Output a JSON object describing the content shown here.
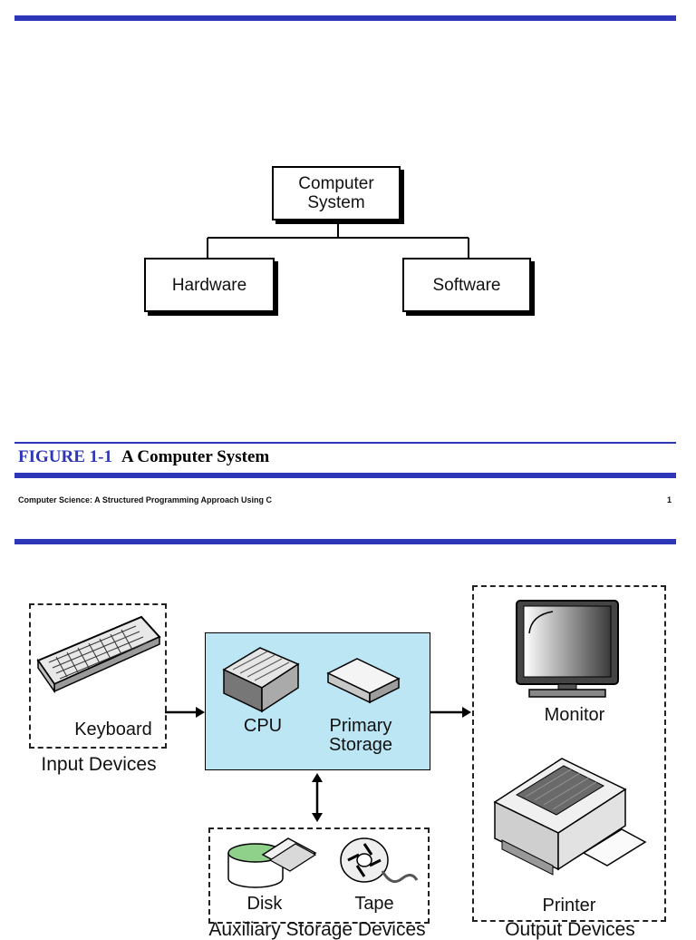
{
  "slide1": {
    "diagram": {
      "root": "Computer System",
      "children": [
        "Hardware",
        "Software"
      ]
    },
    "caption": {
      "number": "FIGURE 1-1",
      "title": "A Computer System"
    },
    "footer": {
      "text": "Computer Science: A Structured Programming Approach Using C",
      "page": "1"
    }
  },
  "slide2": {
    "input_devices": {
      "group_label": "Input Devices",
      "keyboard": "Keyboard"
    },
    "central": {
      "cpu": "CPU",
      "storage": "Primary Storage"
    },
    "output_devices": {
      "monitor": "Monitor",
      "printer": "Printer",
      "group_label": "Output Devices"
    },
    "auxiliary": {
      "disk": "Disk",
      "tape": "Tape",
      "group_label": "Auxiliary Storage Devices"
    }
  },
  "colors": {
    "accent": "#2e36b8",
    "central_fill": "#bde6f5"
  }
}
